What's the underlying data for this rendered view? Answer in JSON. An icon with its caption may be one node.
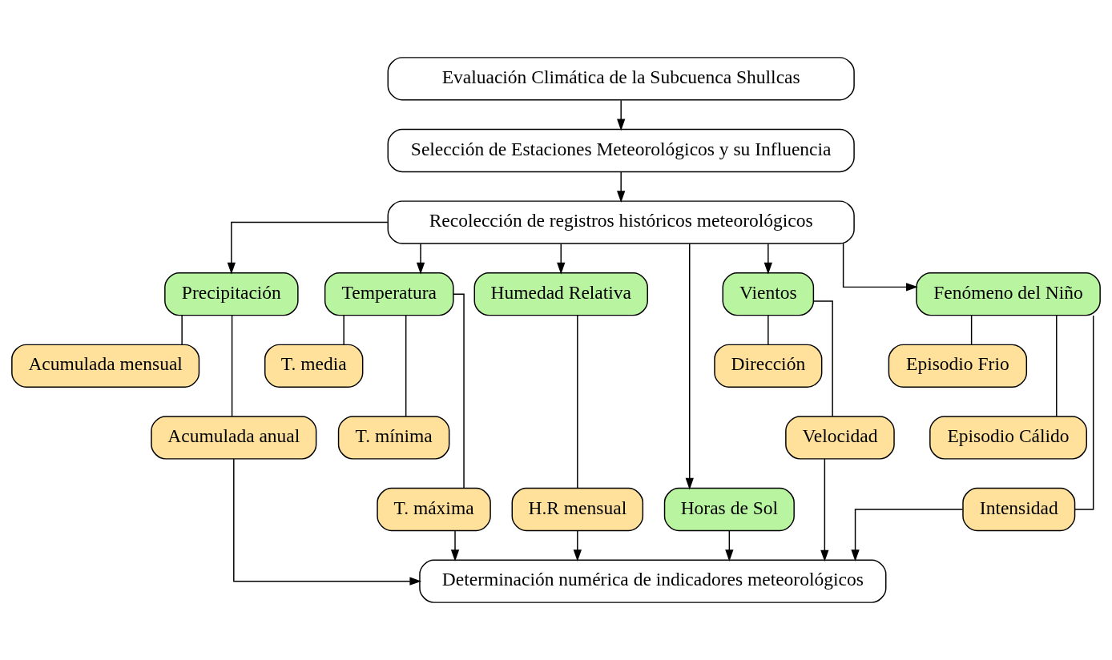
{
  "diagram": {
    "nodes": [
      {
        "text": [
          "Evaluación Climática de la Subcuenca Shullcas"
        ]
      },
      {
        "text": [
          "Selección de Estaciones Meteorológicos y su Influencia"
        ]
      },
      {
        "text": [
          "Recolección de registros históricos meteorológicos"
        ]
      },
      {
        "text": [
          "Precipitación"
        ]
      },
      {
        "text": [
          "Temperatura"
        ]
      },
      {
        "text": [
          "Humedad Relativa"
        ]
      },
      {
        "text": [
          "Horas de Sol"
        ]
      },
      {
        "text": [
          "Vientos"
        ]
      },
      {
        "text": [
          "Fenómeno del Niño"
        ]
      },
      {
        "text": [
          "Acumulada mensual"
        ]
      },
      {
        "text": [
          "Acumulada anual"
        ]
      },
      {
        "text": [
          "T. media"
        ]
      },
      {
        "text": [
          "T. mínima"
        ]
      },
      {
        "text": [
          "T. máxima"
        ]
      },
      {
        "text": [
          "H.R mensual"
        ]
      },
      {
        "text": [
          "Dirección"
        ]
      },
      {
        "text": [
          "Velocidad"
        ]
      },
      {
        "text": [
          "Episodio Frio"
        ]
      },
      {
        "text": [
          "Episodio Cálido"
        ]
      },
      {
        "text": [
          "Intensidad"
        ]
      },
      {
        "text": [
          "Determinación numérica de indicadores meteorológicos"
        ]
      }
    ],
    "edges": [
      {
        "from": 0,
        "to": 1,
        "arrow": "to"
      },
      {
        "from": 1,
        "to": 2,
        "arrow": "to"
      },
      {
        "from": 2,
        "to": 3,
        "arrow": "to"
      },
      {
        "from": 2,
        "to": 4,
        "arrow": "to"
      },
      {
        "from": 2,
        "to": 5,
        "arrow": "to"
      },
      {
        "from": 2,
        "to": 6,
        "arrow": "to"
      },
      {
        "from": 2,
        "to": 7,
        "arrow": "to"
      },
      {
        "from": 2,
        "to": 8,
        "arrow": "to"
      },
      {
        "from": 3,
        "to": 9,
        "arrow": "none"
      },
      {
        "from": 3,
        "to": 10,
        "arrow": "none"
      },
      {
        "from": 4,
        "to": 11,
        "arrow": "none"
      },
      {
        "from": 4,
        "to": 12,
        "arrow": "none"
      },
      {
        "from": 4,
        "to": 13,
        "arrow": "none"
      },
      {
        "from": 5,
        "to": 14,
        "arrow": "none"
      },
      {
        "from": 7,
        "to": 15,
        "arrow": "none"
      },
      {
        "from": 7,
        "to": 16,
        "arrow": "none"
      },
      {
        "from": 8,
        "to": 17,
        "arrow": "none"
      },
      {
        "from": 8,
        "to": 18,
        "arrow": "none"
      },
      {
        "from": 8,
        "to": 19,
        "arrow": "none"
      },
      {
        "from": 10,
        "to": 20,
        "arrow": "to"
      },
      {
        "from": 13,
        "to": 20,
        "arrow": "to"
      },
      {
        "from": 14,
        "to": 20,
        "arrow": "to"
      },
      {
        "from": 6,
        "to": 20,
        "arrow": "to"
      },
      {
        "from": 16,
        "to": 20,
        "arrow": "to"
      },
      {
        "from": 19,
        "to": 20,
        "arrow": "to"
      }
    ]
  }
}
